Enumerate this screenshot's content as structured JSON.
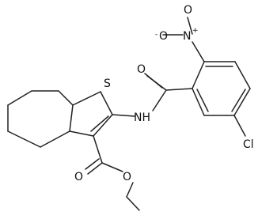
{
  "molecule": {
    "atoms": {
      "s": "S",
      "o_nitro_top": "O",
      "o_charge": "-",
      "n_nitro": "N",
      "n_charge": "+",
      "o_amide": "O",
      "nh": "NH",
      "cl": "Cl",
      "o_ester_carbonyl": "O",
      "o_ester_ether": "O"
    }
  }
}
